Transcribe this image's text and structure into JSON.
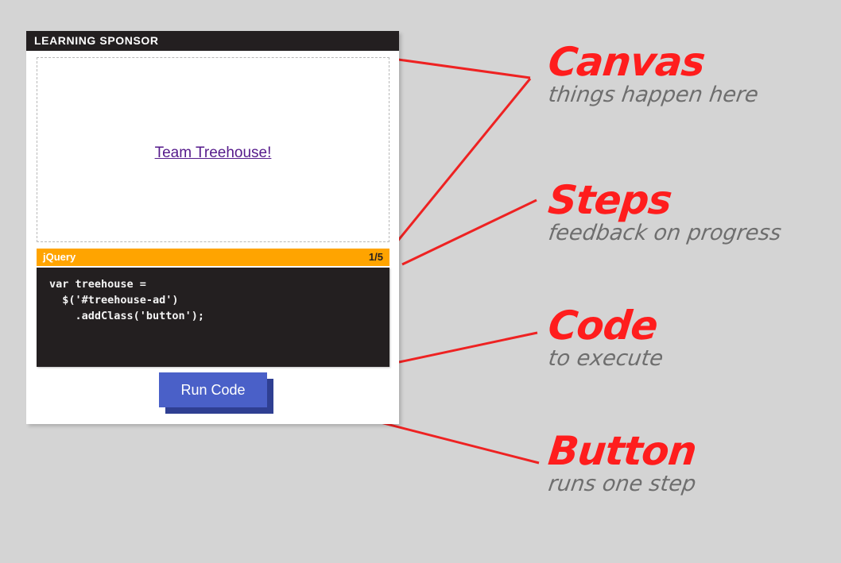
{
  "app": {
    "header_title": "LEARNING SPONSOR",
    "canvas": {
      "link_text": "Team Treehouse!"
    },
    "steps": {
      "library_label": "jQuery",
      "counter": "1/5"
    },
    "code": {
      "text": "var treehouse =\n  $('#treehouse-ad')\n    .addClass('button');"
    },
    "run_button_label": "Run Code"
  },
  "annotations": [
    {
      "key": "canvas",
      "title": "Canvas",
      "subtitle": "things happen here"
    },
    {
      "key": "steps",
      "title": "Steps",
      "subtitle": "feedback on progress"
    },
    {
      "key": "code",
      "title": "Code",
      "subtitle": "to execute"
    },
    {
      "key": "button",
      "title": "Button",
      "subtitle": "runs one step"
    }
  ],
  "colors": {
    "background": "#d4d4d4",
    "header_bar": "#231f20",
    "steps_bar": "#ffa400",
    "code_bg": "#231f20",
    "button_face": "#4a60c8",
    "button_shadow": "#2f3f92",
    "link": "#551a8b",
    "annotation_title": "#ff1d1d",
    "annotation_subtitle": "#6e6e6e",
    "leader_line": "#ee2222"
  }
}
